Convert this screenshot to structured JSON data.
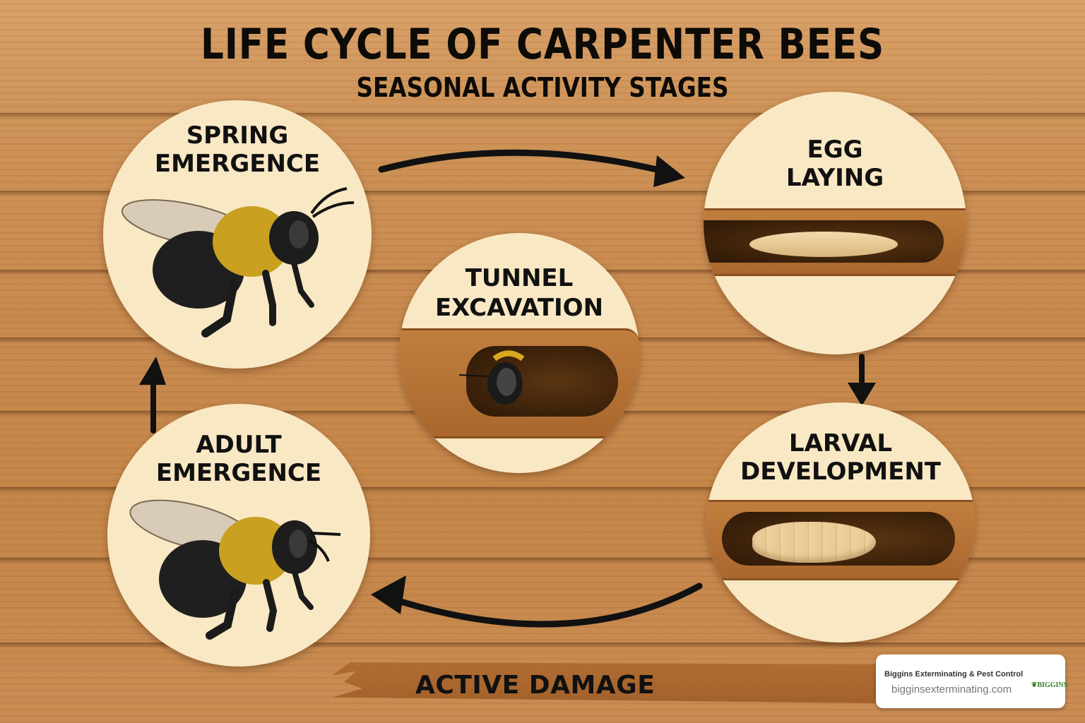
{
  "header": {
    "title": "LIFE CYCLE OF CARPENTER BEES",
    "subtitle": "SEASONAL ACTIVITY STAGES"
  },
  "stages": [
    {
      "id": "spring-emergence",
      "line1": "SPRING",
      "line2": "EMERGENCE",
      "illustration": "bee-icon"
    },
    {
      "id": "egg-laying",
      "line1": "EGG",
      "line2": "LAYING",
      "illustration": "egg-in-tunnel-icon"
    },
    {
      "id": "tunnel-excavation",
      "line1": "TUNNEL",
      "line2": "EXCAVATION",
      "illustration": "bee-in-tunnel-icon"
    },
    {
      "id": "larval-development",
      "line1": "LARVAL",
      "line2": "DEVELOPMENT",
      "illustration": "larva-in-tunnel-icon"
    },
    {
      "id": "adult-emergence",
      "line1": "ADULT",
      "line2": "EMERGENCE",
      "illustration": "bee-icon"
    }
  ],
  "cycle_order": [
    "spring-emergence",
    "egg-laying",
    "larval-development",
    "adult-emergence",
    "spring-emergence"
  ],
  "footer": {
    "damage_label": "ACTIVE DAMAGE"
  },
  "brand": {
    "name": "Biggins Exterminating & Pest Control",
    "url": "bigginsexterminating.com",
    "logo_text": "BIGGINS"
  },
  "colors": {
    "wood": "#c98a4e",
    "circle": "#f9e8c4",
    "text": "#111111",
    "tunnel": "#a9672d"
  }
}
